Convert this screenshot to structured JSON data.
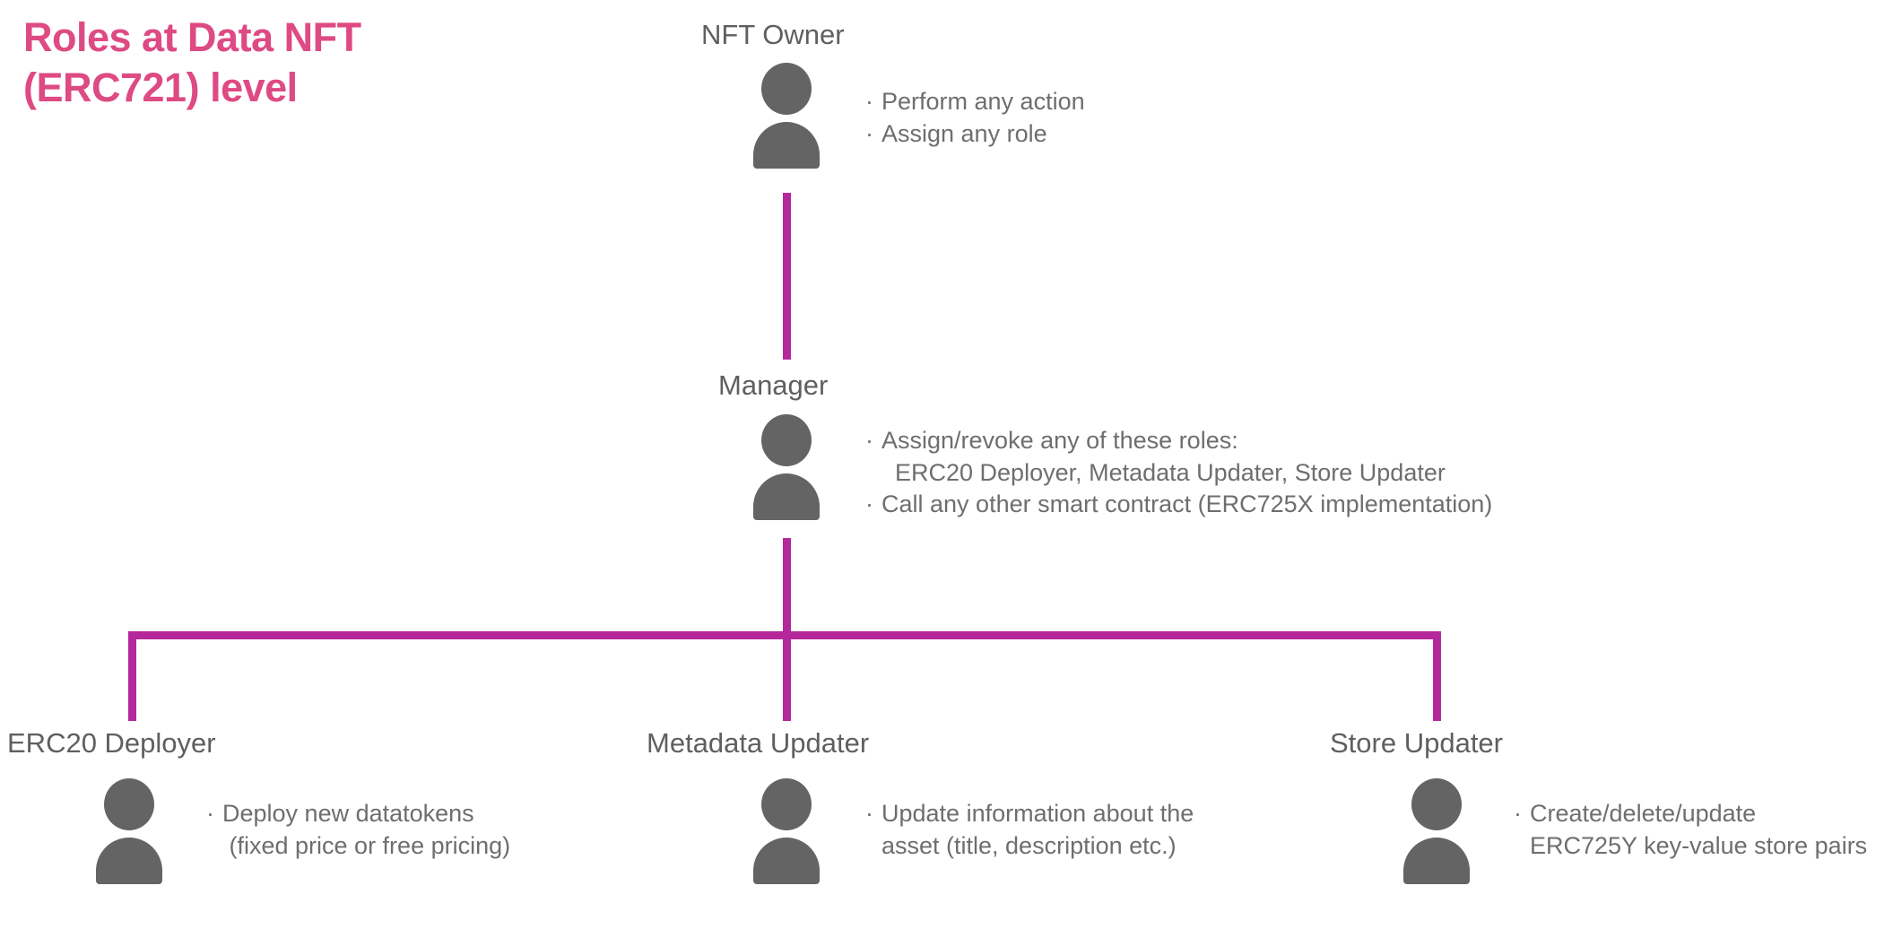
{
  "title": "Roles at Data NFT\n(ERC721) level",
  "colors": {
    "title_pink": "#DE4A83",
    "connector_magenta": "#B5289C",
    "icon_gray": "#646464",
    "text_gray": "#6E6E6E",
    "label_gray": "#5F5F5F",
    "background": "#FFFFFF"
  },
  "nodes": {
    "nft_owner": {
      "label": "NFT Owner",
      "bullets": [
        "Perform any action",
        "Assign any role"
      ]
    },
    "manager": {
      "label": "Manager",
      "bullets": [
        "Assign/revoke any of these roles:",
        "  ERC20 Deployer, Metadata Updater, Store Updater",
        "Call any other smart contract (ERC725X implementation)"
      ]
    },
    "erc20_deployer": {
      "label": "ERC20 Deployer",
      "bullets": [
        "Deploy new datatokens",
        " (fixed price or free pricing)"
      ]
    },
    "metadata_updater": {
      "label": "Metadata Updater",
      "bullets": [
        "Update information about the",
        "asset (title, description etc.)"
      ]
    },
    "store_updater": {
      "label": "Store Updater",
      "bullets": [
        "Create/delete/update",
        "ERC725Y key-value store pairs"
      ]
    }
  }
}
